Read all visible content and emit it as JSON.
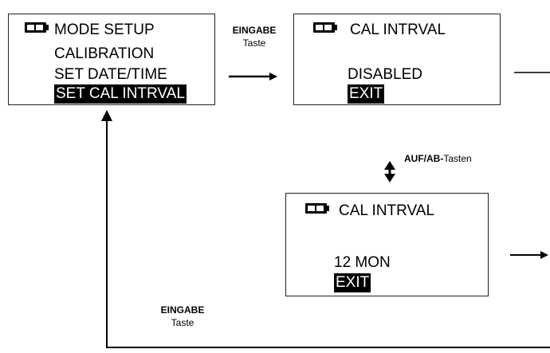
{
  "screen1": {
    "icon": "battery-icon",
    "lines": [
      "MODE SETUP",
      "CALIBRATION",
      "SET DATE/TIME",
      "SET CAL INTRVAL"
    ],
    "highlighted_index": 3
  },
  "screen2": {
    "icon": "battery-icon",
    "title": "CAL INTRVAL",
    "value": "DISABLED",
    "exit": "EXIT"
  },
  "screen3": {
    "icon": "battery-icon",
    "title": "CAL INTRVAL",
    "value": "12 MON",
    "exit": "EXIT"
  },
  "labels": {
    "enter_top_bold": "EINGABE",
    "enter_top_text": "Taste",
    "updown_bold": "AUF/AB-",
    "updown_text": "Tasten",
    "enter_bottom_bold": "EINGABE",
    "enter_bottom_text": "Taste"
  }
}
